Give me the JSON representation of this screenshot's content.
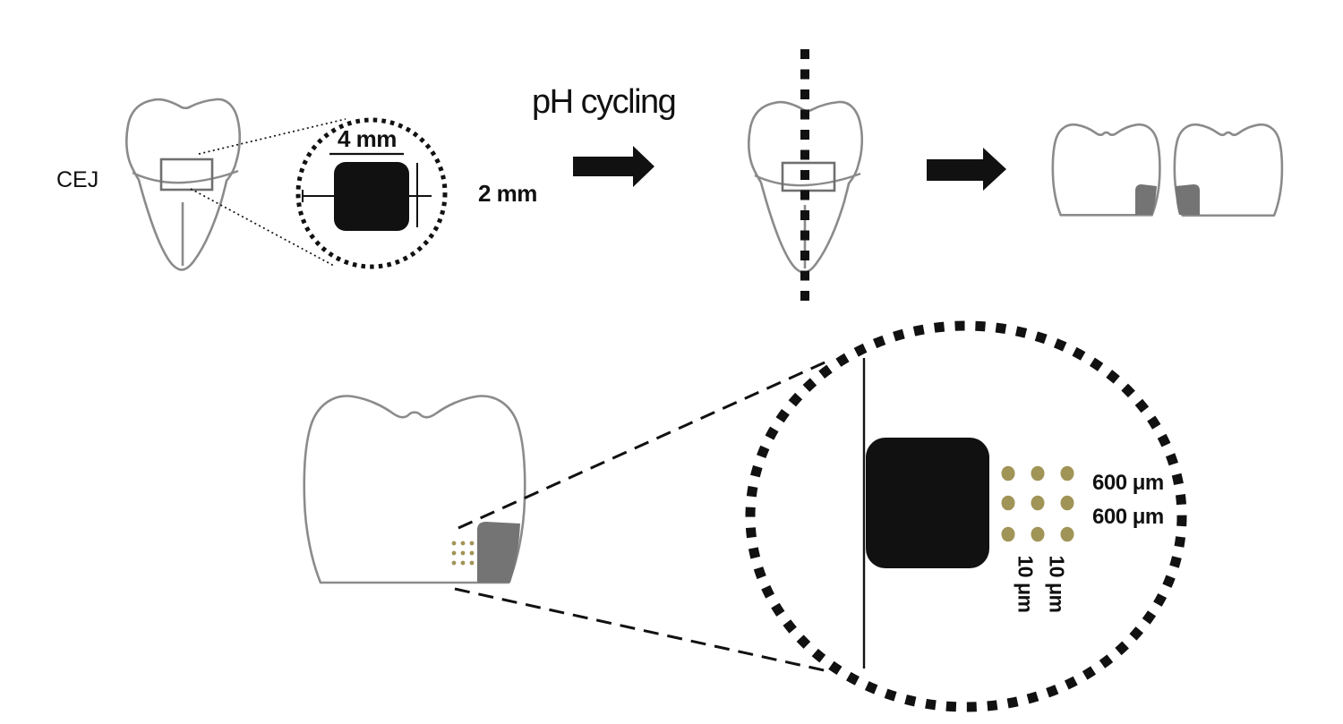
{
  "figure": {
    "labels": {
      "cej": "CEJ",
      "window_width": "4 mm",
      "window_height": "2 mm",
      "process": "pH cycling",
      "row_spacing_1": "600 μm",
      "row_spacing_2": "600 μm",
      "col_spacing_1": "10 μm",
      "col_spacing_2": "10 μm"
    },
    "colors": {
      "ink": "#111111",
      "outline": "#8b8b8b",
      "window_stroke": "#6f6f6f",
      "fill_gray": "#747474",
      "olive": "#a19457"
    }
  }
}
